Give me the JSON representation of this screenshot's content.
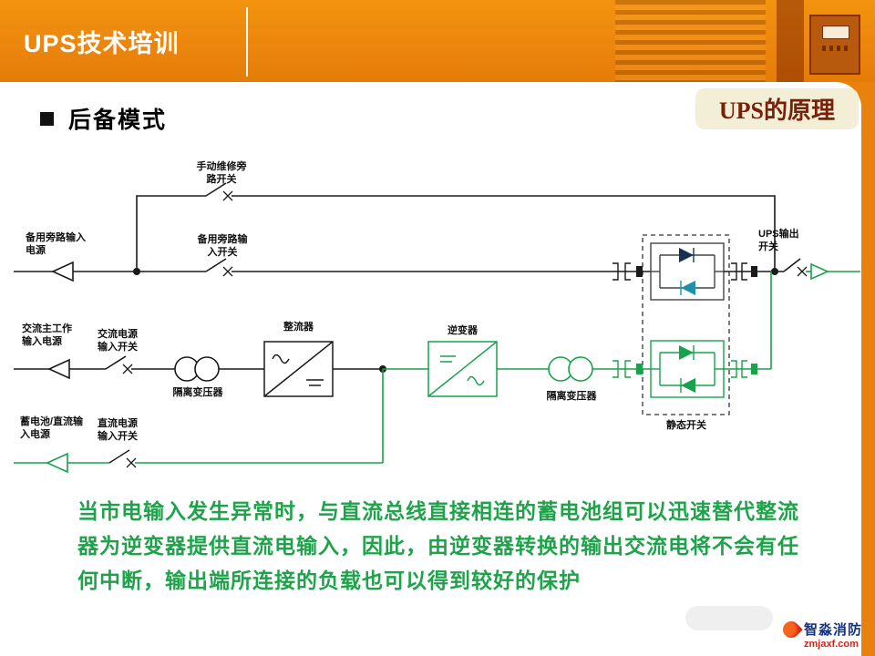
{
  "header": {
    "title": "UPS技术培训"
  },
  "badge": {
    "label": "UPS的原理"
  },
  "section": {
    "title": "后备模式"
  },
  "diagram": {
    "labels": {
      "manual_bypass": "手动维修旁\n路开关",
      "backup_input": "备用旁路输入\n电源",
      "backup_switch": "备用旁路输\n入开关",
      "ac_main_input": "交流主工作\n输入电源",
      "ac_input_switch": "交流电源\n输入开关",
      "isolation_tx_1": "隔离变压器",
      "rectifier": "整流器",
      "inverter": "逆变器",
      "isolation_tx_2": "隔离变压器",
      "static_switch": "静态开关",
      "ups_output_switch": "UPS输出\n开关",
      "battery_input": "蓄电池/直流输\n入电源",
      "dc_input_switch": "直流电源\n输入开关"
    }
  },
  "description": "当市电输入发生异常时，与直流总线直接相连的蓄电池组可以迅速替代整流器为逆变器提供直流电输入，因此，由逆变器转换的输出交流电将不会有任何中断，输出端所连接的负载也可以得到较好的保护",
  "footer": {
    "brand": "智淼消防",
    "site": "zmjaxf.com"
  },
  "colors": {
    "header_orange": "#EC860D",
    "line_black": "#1A1A1A",
    "line_green": "#18A24B",
    "text_green": "#1FA34A",
    "badge_bg": "#F3EED6",
    "badge_text": "#7A2008",
    "scr_blue": "#1E90AE",
    "scr_navy": "#16324F"
  }
}
